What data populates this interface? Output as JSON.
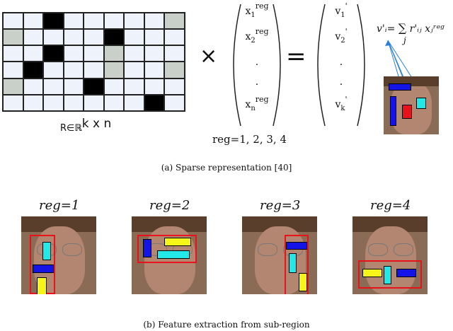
{
  "matrix": {
    "label_prefix": "R∈",
    "label_set": "ℝ",
    "label_dims": "k x n",
    "cells": [
      "w",
      "w",
      "b",
      "w",
      "w",
      "w",
      "w",
      "w",
      "g",
      "g",
      "w",
      "w",
      "w",
      "w",
      "b",
      "w",
      "w",
      "w",
      "w",
      "w",
      "b",
      "w",
      "w",
      "g",
      "w",
      "w",
      "w",
      "w",
      "b",
      "w",
      "w",
      "w",
      "g",
      "w",
      "w",
      "g",
      "g",
      "w",
      "w",
      "w",
      "b",
      "w",
      "w",
      "w",
      "w",
      "w",
      "w",
      "w",
      "w",
      "w",
      "w",
      "w",
      "b",
      "w"
    ]
  },
  "x_vector": {
    "entries": [
      {
        "base": "x",
        "sub": "1",
        "sup": "reg"
      },
      {
        "base": "x",
        "sub": "2",
        "sup": "reg"
      },
      {
        "base": "."
      },
      {
        "base": "."
      },
      {
        "base": "x",
        "sub": "n",
        "sup": "reg"
      }
    ]
  },
  "v_vector": {
    "entries": [
      {
        "base": "v",
        "sub": "1",
        "sup": "'"
      },
      {
        "base": "v",
        "sub": "2",
        "sup": "'"
      },
      {
        "base": "."
      },
      {
        "base": "."
      },
      {
        "base": "v",
        "sub": "k",
        "sup": "'"
      }
    ]
  },
  "operators": {
    "times": "×",
    "equals": "="
  },
  "reg_values": "reg=1, 2, 3, 4",
  "formula": {
    "lhs": "v'ᵢ=",
    "sum": "∑",
    "sum_index": "j",
    "rhs": "r'ᵢⱼ xⱼʳᵉᵍ"
  },
  "caption_a": "(a) Sparse representation [40]",
  "caption_b": "(b) Feature extraction from sub-region",
  "panels": [
    {
      "label": "reg=1"
    },
    {
      "label": "reg=2"
    },
    {
      "label": "reg=3"
    },
    {
      "label": "reg=4"
    }
  ],
  "colors": {
    "red": "#e8131a",
    "blue": "#1414e6",
    "cyan": "#22e8e8",
    "yellow": "#f5f51a",
    "arrow": "#2b7fd6"
  }
}
